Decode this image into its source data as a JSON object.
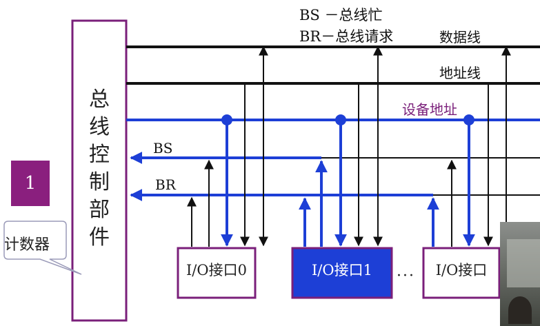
{
  "legend": {
    "bs": "BS －总线忙",
    "br": "BR－总线请求"
  },
  "lines": {
    "data": "数据线",
    "address": "地址线",
    "device_address": "设备地址",
    "bs": "BS",
    "br": "BR"
  },
  "controller": {
    "chars": [
      "总",
      "线",
      "控",
      "制",
      "部",
      "件"
    ]
  },
  "badge": "1",
  "callout": "计数器",
  "interfaces": [
    {
      "label": "I/O接口0",
      "highlighted": false
    },
    {
      "label": "I/O接口1",
      "highlighted": true
    },
    {
      "label": "I/O接口",
      "highlighted": false
    }
  ],
  "ellipsis": "···",
  "colors": {
    "blue": "#1d3fd6",
    "purple": "#7a1f7a",
    "badge": "#8a1f7e",
    "black": "#111111"
  }
}
